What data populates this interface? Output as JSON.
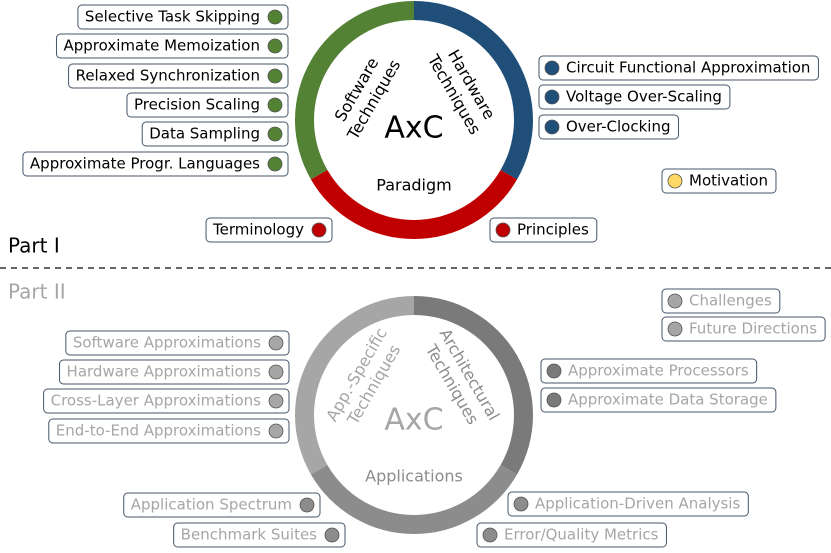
{
  "colors": {
    "software": "#548235",
    "hardware": "#1f4e79",
    "paradigm": "#c00000",
    "motivation": "#ffd966",
    "part2_light": "#a6a6a6",
    "part2_mid": "#8c8c8c",
    "part2_dark": "#7a7a7a",
    "box_border": "#44546a",
    "part2_text": "#a6a6a6"
  },
  "part1": {
    "label": "Part I",
    "center_label": "AxC",
    "sectors": {
      "software": "Software\nTechniques",
      "hardware": "Hardware\nTechniques",
      "paradigm": "Paradigm"
    },
    "left_items": [
      "Selective Task Skipping",
      "Approximate Memoization",
      "Relaxed Synchronization",
      "Precision Scaling",
      "Data Sampling",
      "Approximate Progr. Languages"
    ],
    "right_items": [
      "Circuit Functional Approximation",
      "Voltage Over-Scaling",
      "Over-Clocking"
    ],
    "motivation": "Motivation",
    "terminology": "Terminology",
    "principles": "Principles"
  },
  "part2": {
    "label": "Part II",
    "center_label": "AxC",
    "sectors": {
      "app_specific": "App.-Specific\nTechniques",
      "architectural": "Architectural\nTechniques",
      "applications": "Applications"
    },
    "left_items": [
      "Software Approximations",
      "Hardware Approximations",
      "Cross-Layer Approximations",
      "End-to-End Approximations"
    ],
    "right_items": [
      "Approximate Processors",
      "Approximate Data Storage"
    ],
    "top_right_items": [
      "Challenges",
      "Future Directions"
    ],
    "bottom_left_items": [
      "Application Spectrum",
      "Benchmark Suites"
    ],
    "bottom_right_items": [
      "Application-Driven Analysis",
      "Error/Quality Metrics"
    ]
  }
}
